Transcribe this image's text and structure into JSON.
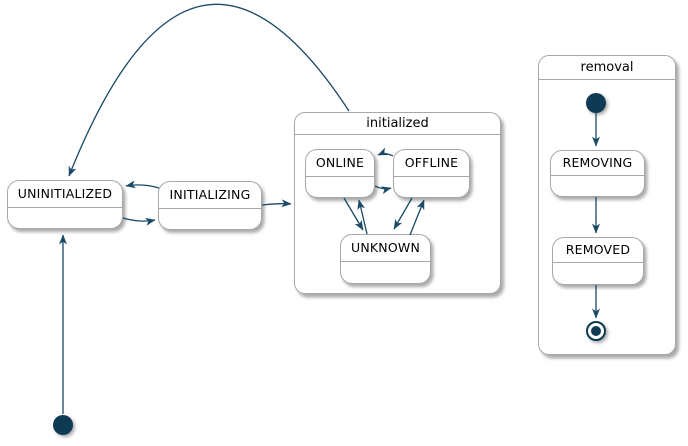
{
  "diagram": {
    "type": "plantuml-state-diagram",
    "colors": {
      "arrow": "#1A4A66",
      "dot": "#0E3A54",
      "state_border": "#A8A8A8",
      "state_fill": "#FFFFFF",
      "text": "#000000",
      "shadow": "#ABABAB"
    },
    "states": {
      "uninitialized": {
        "label": "UNINITIALIZED"
      },
      "initializing": {
        "label": "INITIALIZING"
      },
      "initialized": {
        "label": "initialized"
      },
      "online": {
        "label": "ONLINE"
      },
      "offline": {
        "label": "OFFLINE"
      },
      "unknown": {
        "label": "UNKNOWN"
      },
      "removal": {
        "label": "removal"
      },
      "removing": {
        "label": "REMOVING"
      },
      "removed": {
        "label": "REMOVED"
      }
    },
    "transitions": [
      {
        "from": "start",
        "to": "UNINITIALIZED"
      },
      {
        "from": "UNINITIALIZED",
        "to": "INITIALIZING"
      },
      {
        "from": "INITIALIZING",
        "to": "UNINITIALIZED"
      },
      {
        "from": "INITIALIZING",
        "to": "initialized"
      },
      {
        "from": "initialized",
        "to": "UNINITIALIZED"
      },
      {
        "from": "OFFLINE",
        "to": "ONLINE"
      },
      {
        "from": "ONLINE",
        "to": "OFFLINE"
      },
      {
        "from": "ONLINE",
        "to": "UNKNOWN"
      },
      {
        "from": "UNKNOWN",
        "to": "ONLINE"
      },
      {
        "from": "OFFLINE",
        "to": "UNKNOWN"
      },
      {
        "from": "UNKNOWN",
        "to": "OFFLINE"
      },
      {
        "from": "removal.start",
        "to": "REMOVING"
      },
      {
        "from": "REMOVING",
        "to": "REMOVED"
      },
      {
        "from": "REMOVED",
        "to": "removal.end"
      }
    ]
  }
}
